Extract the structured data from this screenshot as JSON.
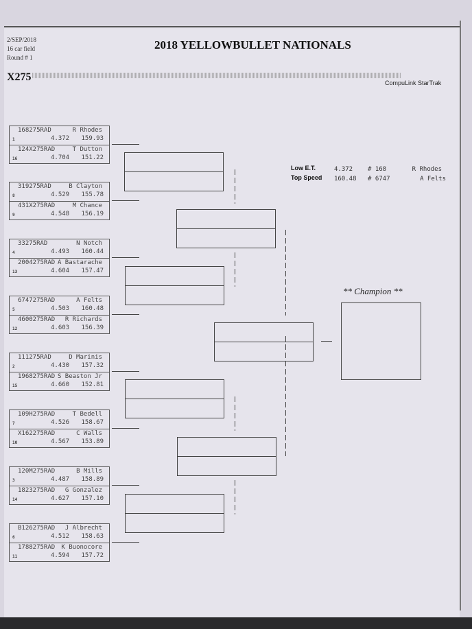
{
  "header": {
    "date": "2/SEP/2018",
    "field": "16 car field",
    "round": "Round # 1",
    "title": "2018 YELLOWBULLET NATIONALS",
    "class": "X275",
    "brand": "CompuLink StarTrak"
  },
  "stats": {
    "low_et_label": "Low  E.T.",
    "low_et": "4.372",
    "low_et_car": "# 168",
    "low_et_driver": "R Rhodes",
    "top_speed_label": "Top Speed",
    "top_speed": "160.48",
    "top_speed_car": "# 6747",
    "top_speed_driver": "A Felts"
  },
  "champion_label": "** Champion **",
  "pairs": [
    [
      {
        "car": "168275RAD",
        "driver": "R Rhodes",
        "seed": "1",
        "et": "4.372",
        "speed": "159.93"
      },
      {
        "car": "124X275RAD",
        "driver": "T Dutton",
        "seed": "16",
        "et": "4.704",
        "speed": "151.22"
      }
    ],
    [
      {
        "car": "319275RAD",
        "driver": "B Clayton",
        "seed": "8",
        "et": "4.529",
        "speed": "155.78"
      },
      {
        "car": "431X275RAD",
        "driver": "M Chance",
        "seed": "9",
        "et": "4.548",
        "speed": "156.19"
      }
    ],
    [
      {
        "car": "33275RAD",
        "driver": "N Notch",
        "seed": "4",
        "et": "4.493",
        "speed": "160.44"
      },
      {
        "car": "2004275RAD",
        "driver": "A Bastarache",
        "seed": "13",
        "et": "4.604",
        "speed": "157.47"
      }
    ],
    [
      {
        "car": "6747275RAD",
        "driver": "A Felts",
        "seed": "5",
        "et": "4.503",
        "speed": "160.48"
      },
      {
        "car": "4600275RAD",
        "driver": "R Richards",
        "seed": "12",
        "et": "4.603",
        "speed": "156.39"
      }
    ],
    [
      {
        "car": "111275RAD",
        "driver": "D Marinis",
        "seed": "2",
        "et": "4.430",
        "speed": "157.32"
      },
      {
        "car": "1968275RAD",
        "driver": "S Beaston Jr",
        "seed": "15",
        "et": "4.660",
        "speed": "152.81"
      }
    ],
    [
      {
        "car": "109H275RAD",
        "driver": "T Bedell",
        "seed": "7",
        "et": "4.526",
        "speed": "158.67"
      },
      {
        "car": "X162275RAD",
        "driver": "C Walls",
        "seed": "10",
        "et": "4.567",
        "speed": "153.89"
      }
    ],
    [
      {
        "car": "120M275RAD",
        "driver": "B Mills",
        "seed": "3",
        "et": "4.487",
        "speed": "158.89"
      },
      {
        "car": "1823275RAD",
        "driver": "G Gonzalez",
        "seed": "14",
        "et": "4.627",
        "speed": "157.10"
      }
    ],
    [
      {
        "car": "B126275RAD",
        "driver": "J Albrecht",
        "seed": "6",
        "et": "4.512",
        "speed": "158.63"
      },
      {
        "car": "1788275RAD",
        "driver": "K Buonocore",
        "seed": "11",
        "et": "4.594",
        "speed": "157.72"
      }
    ]
  ]
}
